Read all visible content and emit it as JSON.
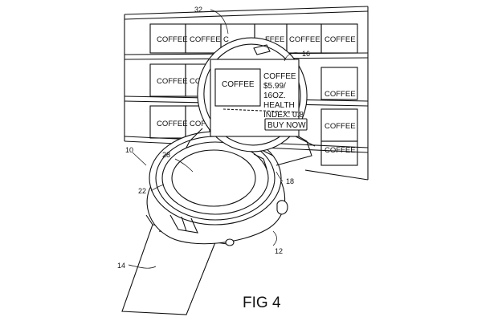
{
  "shelf_boxes": [
    {
      "id": "b1",
      "text": "COFFEE"
    },
    {
      "id": "b2",
      "text": "COFFEE"
    },
    {
      "id": "b3",
      "text": "C"
    },
    {
      "id": "b4",
      "text": "FFEE"
    },
    {
      "id": "b5",
      "text": "COFFEE"
    },
    {
      "id": "b6",
      "text": "COFFEE"
    },
    {
      "id": "b7",
      "text": "COFFEE"
    },
    {
      "id": "b8",
      "text": "CO"
    },
    {
      "id": "b9",
      "text": "COFFEE"
    },
    {
      "id": "b10",
      "text": "COFFEE"
    },
    {
      "id": "b11",
      "text": "COFFEE"
    },
    {
      "id": "b12",
      "text": "COFFEE"
    },
    {
      "id": "b13",
      "text": "COFFEE"
    }
  ],
  "overlay": {
    "product_label": "COFFEE",
    "info_lines": [
      "COFFEE",
      "$5.99/",
      "16OZ.",
      "HEALTH",
      "INDEX: 0.8"
    ],
    "buy_button": "BUY NOW!"
  },
  "reference_numbers": {
    "r32": "32",
    "r16": "16",
    "r10": "10",
    "r28": "28",
    "r22": "22",
    "r18": "18",
    "r14": "14",
    "r12": "12"
  },
  "caption": "FIG 4"
}
